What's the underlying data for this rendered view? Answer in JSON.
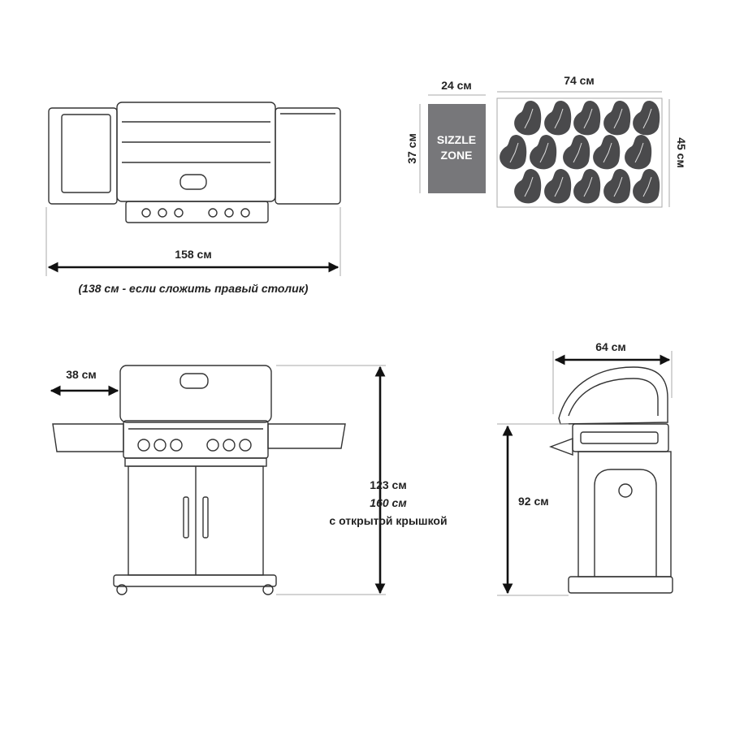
{
  "top_view": {
    "width_label": "158 см",
    "folded_note": "(138 см - если сложить правый столик)"
  },
  "cooking_area": {
    "sizzle_width": "24 см",
    "sizzle_depth": "37 см",
    "sizzle_text_1": "SIZZLE",
    "sizzle_text_2": "ZONE",
    "main_width": "74 см",
    "main_depth": "45 см",
    "steak_count": 15,
    "sizzle_color": "#77777a",
    "steak_color": "#4a4a4c"
  },
  "front_view": {
    "table_label": "38 см",
    "height_label": "123 см",
    "open_height_label": "160 см",
    "open_note": "с открытой крышкой"
  },
  "side_view": {
    "depth_label": "64 см",
    "table_height_label": "92 см"
  }
}
